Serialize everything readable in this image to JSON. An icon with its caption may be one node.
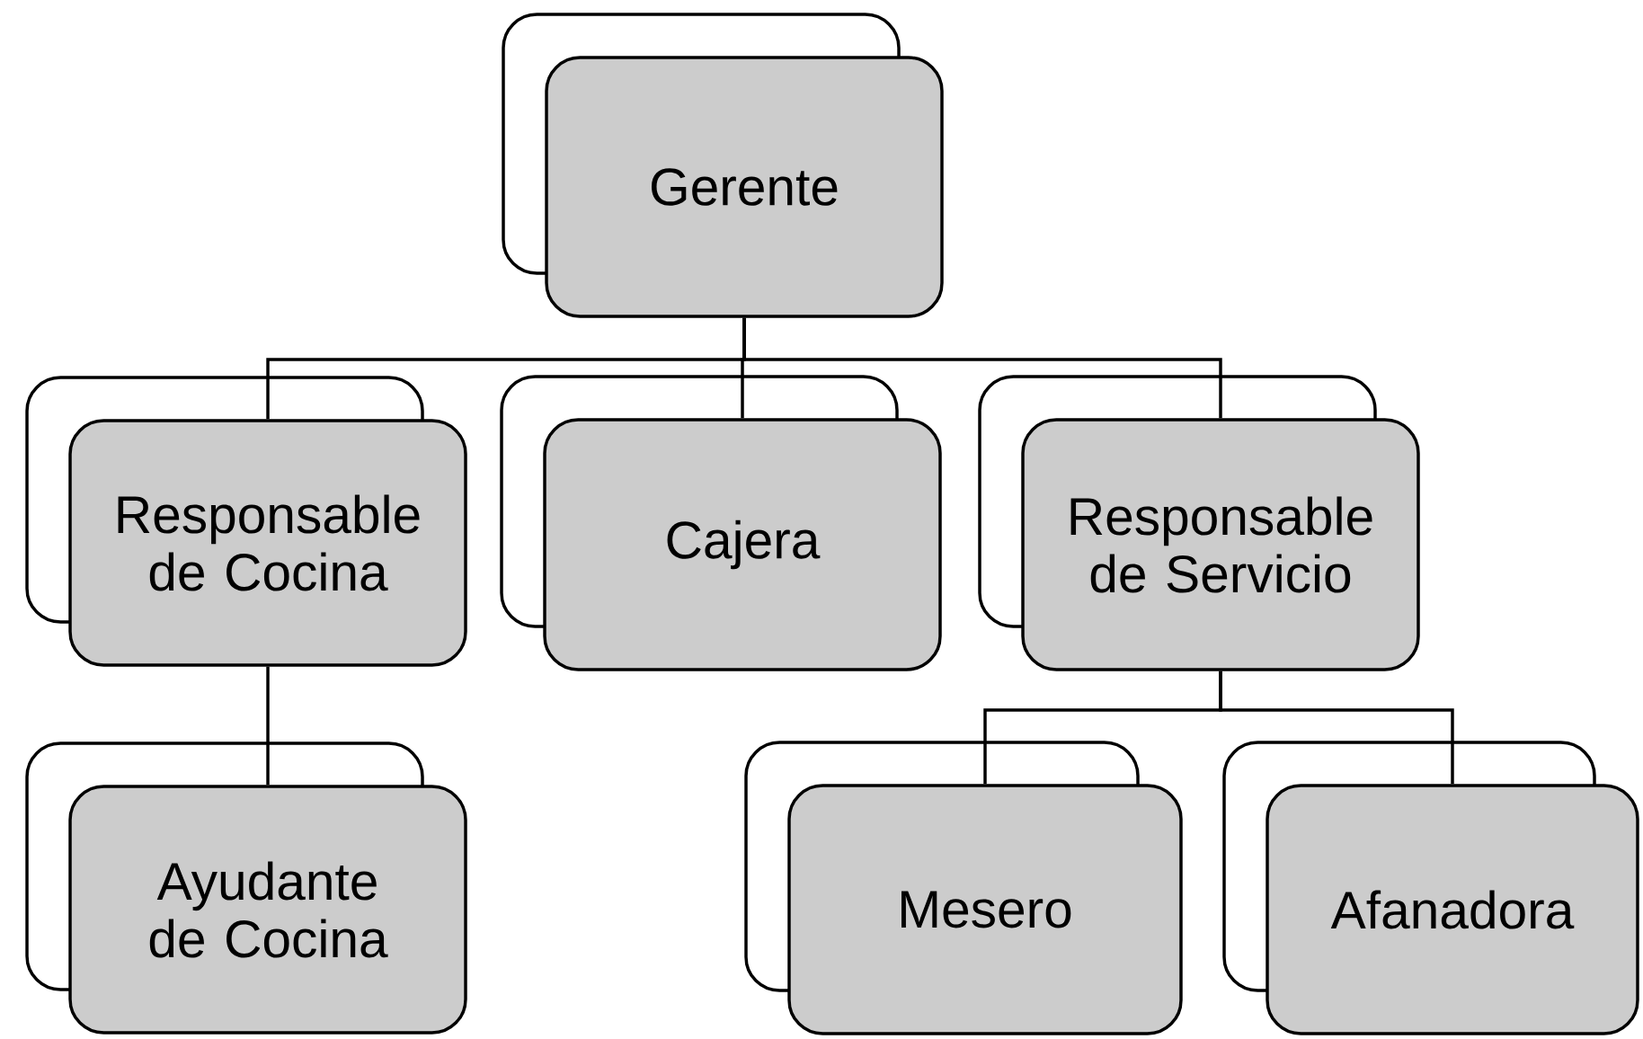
{
  "diagram": {
    "nodes": [
      {
        "text": [
          "Gerente"
        ]
      },
      {
        "text": [
          "Responsable de Cocina"
        ]
      },
      {
        "text": [
          "Cajera"
        ]
      },
      {
        "text": [
          "Responsable de Servicio"
        ]
      },
      {
        "text": [
          "Ayudante de Cocina"
        ]
      },
      {
        "text": [
          "Mesero"
        ]
      },
      {
        "text": [
          "Afanadora"
        ]
      }
    ],
    "edges": [
      {
        "from": 0,
        "to": 1,
        "arrow": "none"
      },
      {
        "from": 0,
        "to": 2,
        "arrow": "none"
      },
      {
        "from": 0,
        "to": 3,
        "arrow": "none"
      },
      {
        "from": 1,
        "to": 4,
        "arrow": "none"
      },
      {
        "from": 3,
        "to": 5,
        "arrow": "none"
      },
      {
        "from": 3,
        "to": 6,
        "arrow": "none"
      }
    ]
  }
}
